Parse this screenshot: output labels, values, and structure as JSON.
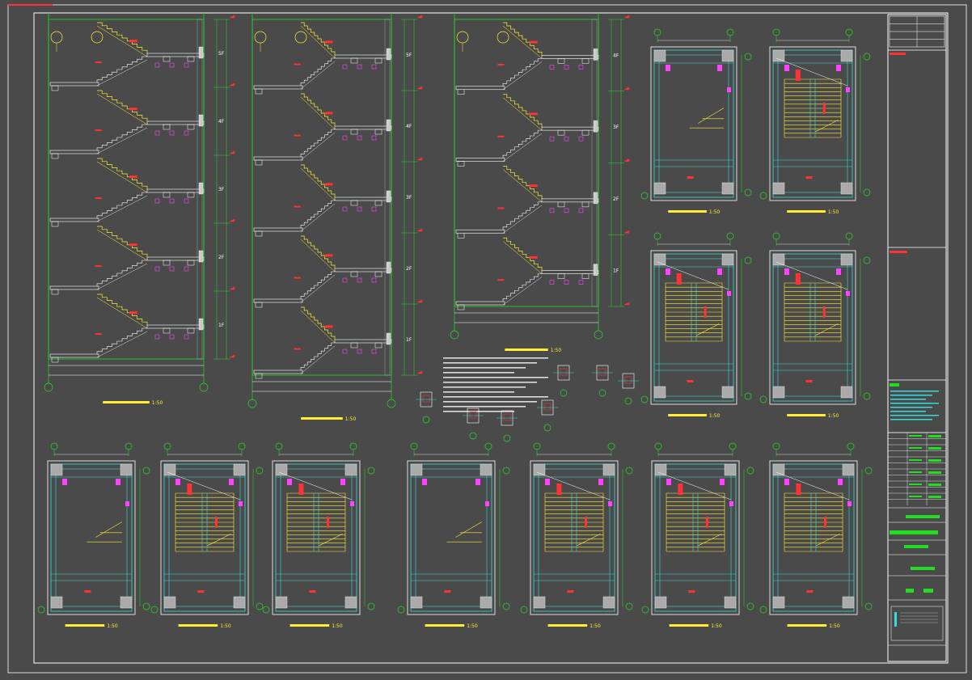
{
  "drawing": {
    "background_color": "#4a4a4a",
    "frame_color": "#ffffff",
    "colors": {
      "grid": "#22dd22",
      "beam": "#33dddd",
      "stair": "#ffee33",
      "annotation": "#ff3333",
      "column": "#aaaaaa",
      "rebar": "#ff44ff",
      "text": "#ffffff"
    }
  },
  "sections": {
    "a": {
      "floor_labels": [
        "5F",
        "4F",
        "3F",
        "2F",
        "1F"
      ]
    },
    "b": {
      "floor_labels": [
        "5F",
        "4F",
        "3F",
        "2F",
        "1F"
      ]
    },
    "c": {
      "floor_labels": [
        "4F",
        "3F",
        "2F",
        "1F"
      ]
    }
  },
  "scale_label": "1:50",
  "plans": {
    "top_row_count": 2,
    "mid_row_count": 2,
    "bottom_row_count": 7
  },
  "title_block": {
    "rows": 12
  }
}
